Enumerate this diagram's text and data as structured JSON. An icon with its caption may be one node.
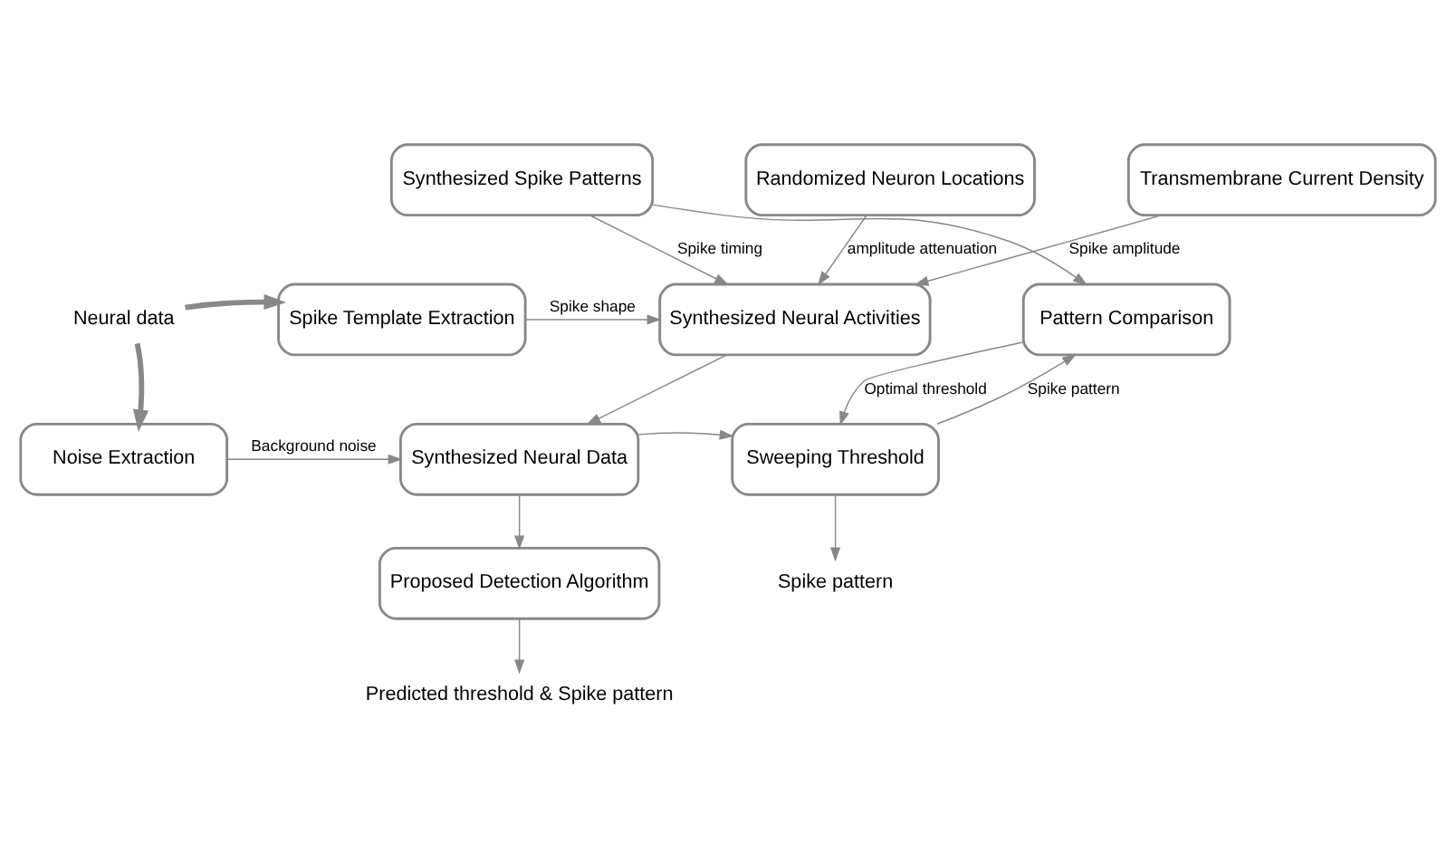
{
  "diagram": {
    "nodes": [
      {
        "text": [
          "Synthesized Spike Patterns"
        ]
      },
      {
        "text": [
          "Randomized Neuron Locations"
        ]
      },
      {
        "text": [
          "Transmembrane Current Density"
        ]
      },
      {
        "text": [
          "Spike Template Extraction"
        ]
      },
      {
        "text": [
          "Synthesized Neural Activities"
        ]
      },
      {
        "text": [
          "Pattern Comparison"
        ]
      },
      {
        "text": [
          "Noise Extraction"
        ]
      },
      {
        "text": [
          "Synthesized Neural Data"
        ]
      },
      {
        "text": [
          "Sweeping Threshold"
        ]
      },
      {
        "text": [
          "Proposed Detection Algorithm"
        ]
      },
      {
        "text": [
          "Neural data"
        ]
      },
      {
        "text": [
          "Spike pattern"
        ]
      },
      {
        "text": [
          "Predicted threshold & Spike pattern"
        ]
      }
    ],
    "edges": [
      {
        "from": 0,
        "to": 4,
        "arrow": "to",
        "label": "Spike timing"
      },
      {
        "from": 0,
        "to": 5,
        "arrow": "to"
      },
      {
        "from": 1,
        "to": 4,
        "arrow": "to",
        "label": "amplitude attenuation"
      },
      {
        "from": 2,
        "to": 4,
        "arrow": "to",
        "label": "Spike amplitude"
      },
      {
        "from": 10,
        "to": 3,
        "arrow": "to",
        "style": "thick"
      },
      {
        "from": 10,
        "to": 6,
        "arrow": "to",
        "style": "thick"
      },
      {
        "from": 3,
        "to": 4,
        "arrow": "to",
        "label": "Spike shape"
      },
      {
        "from": 4,
        "to": 7,
        "arrow": "to"
      },
      {
        "from": 6,
        "to": 7,
        "arrow": "to",
        "label": "Background noise"
      },
      {
        "from": 7,
        "to": 8,
        "arrow": "to"
      },
      {
        "from": 8,
        "to": 5,
        "arrow": "to",
        "label": "Spike pattern"
      },
      {
        "from": 5,
        "to": 8,
        "arrow": "to",
        "label": "Optimal threshold"
      },
      {
        "from": 8,
        "to": 11,
        "arrow": "to"
      },
      {
        "from": 7,
        "to": 9,
        "arrow": "to"
      },
      {
        "from": 9,
        "to": 12,
        "arrow": "to"
      }
    ]
  }
}
